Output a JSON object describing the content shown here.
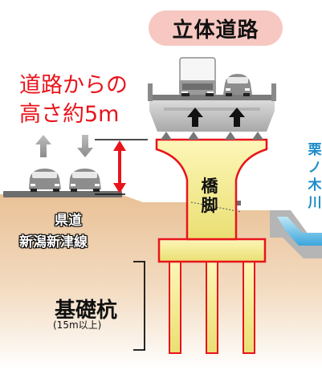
{
  "title": "立体道路",
  "height_label": [
    "道路からの",
    "高さ約5m"
  ],
  "road_label": [
    "県道",
    "新潟新津線"
  ],
  "pier_label": "橋脚",
  "pile_label": "基礎杭",
  "pile_note": "(15m以上)",
  "river_label": "栗ノ木川",
  "colors": {
    "badge": "#f7c8c2",
    "accent_red": "#e8141c",
    "soil": "#e8bf91",
    "pier_fill": "#f3ea8a",
    "pier_outline": "#e8141c",
    "deck": "#c4c4c4",
    "water": "#1f8cc8"
  }
}
